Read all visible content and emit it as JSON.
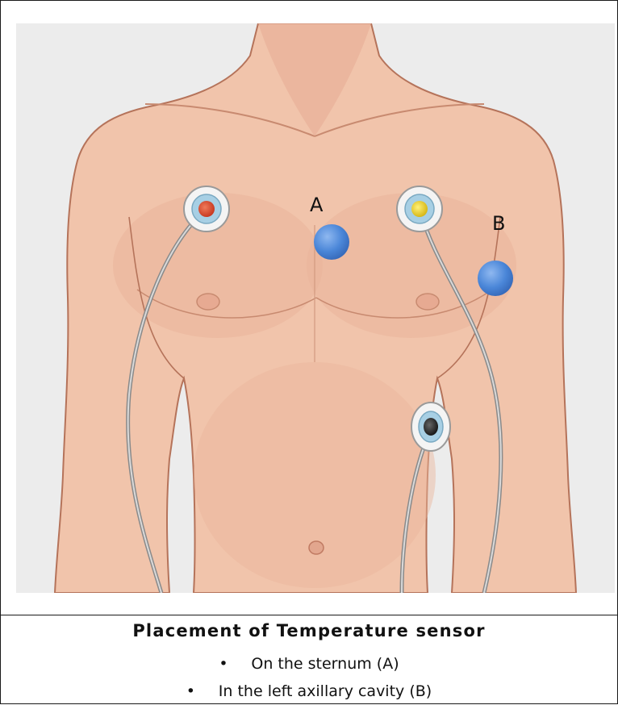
{
  "figure": {
    "markers": [
      {
        "label": "A",
        "meaning": "On the sternum"
      },
      {
        "label": "B",
        "meaning": "In the left axillary cavity"
      }
    ],
    "marker_color": "#4a86d8",
    "skin_color": "#f1c4ab",
    "background_color": "#ececec"
  },
  "caption": {
    "title": "Placement  of  Temperature sensor",
    "bullets": [
      "On the sternum  (A)",
      "In the left axillary cavity  (B)"
    ]
  }
}
